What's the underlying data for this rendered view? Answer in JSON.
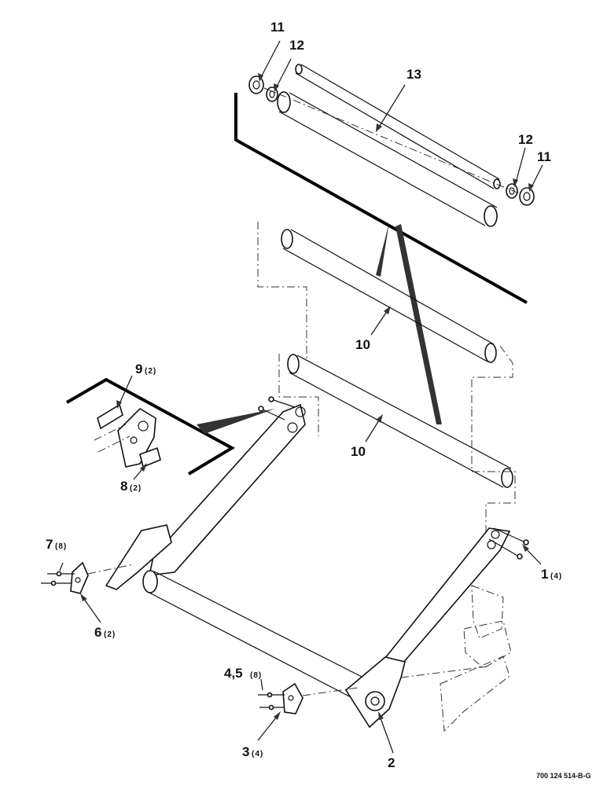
{
  "callouts": [
    {
      "id": "11-top",
      "number": "11",
      "qty": ""
    },
    {
      "id": "12-top",
      "number": "12",
      "qty": ""
    },
    {
      "id": "13",
      "number": "13",
      "qty": ""
    },
    {
      "id": "12-right",
      "number": "12",
      "qty": ""
    },
    {
      "id": "11-right",
      "number": "11",
      "qty": ""
    },
    {
      "id": "10-upper",
      "number": "10",
      "qty": ""
    },
    {
      "id": "10-lower",
      "number": "10",
      "qty": ""
    },
    {
      "id": "9",
      "number": "9",
      "qty": "(2)"
    },
    {
      "id": "8",
      "number": "8",
      "qty": "(2)"
    },
    {
      "id": "7",
      "number": "7",
      "qty": "(8)"
    },
    {
      "id": "6",
      "number": "6",
      "qty": "(2)"
    },
    {
      "id": "1",
      "number": "1",
      "qty": "(4)"
    },
    {
      "id": "4-5",
      "number": "4,5",
      "qty": "(8)"
    },
    {
      "id": "3",
      "number": "3",
      "qty": "(4)"
    },
    {
      "id": "2",
      "number": "2",
      "qty": ""
    }
  ],
  "drawing_code": "700 124 514-B-G"
}
